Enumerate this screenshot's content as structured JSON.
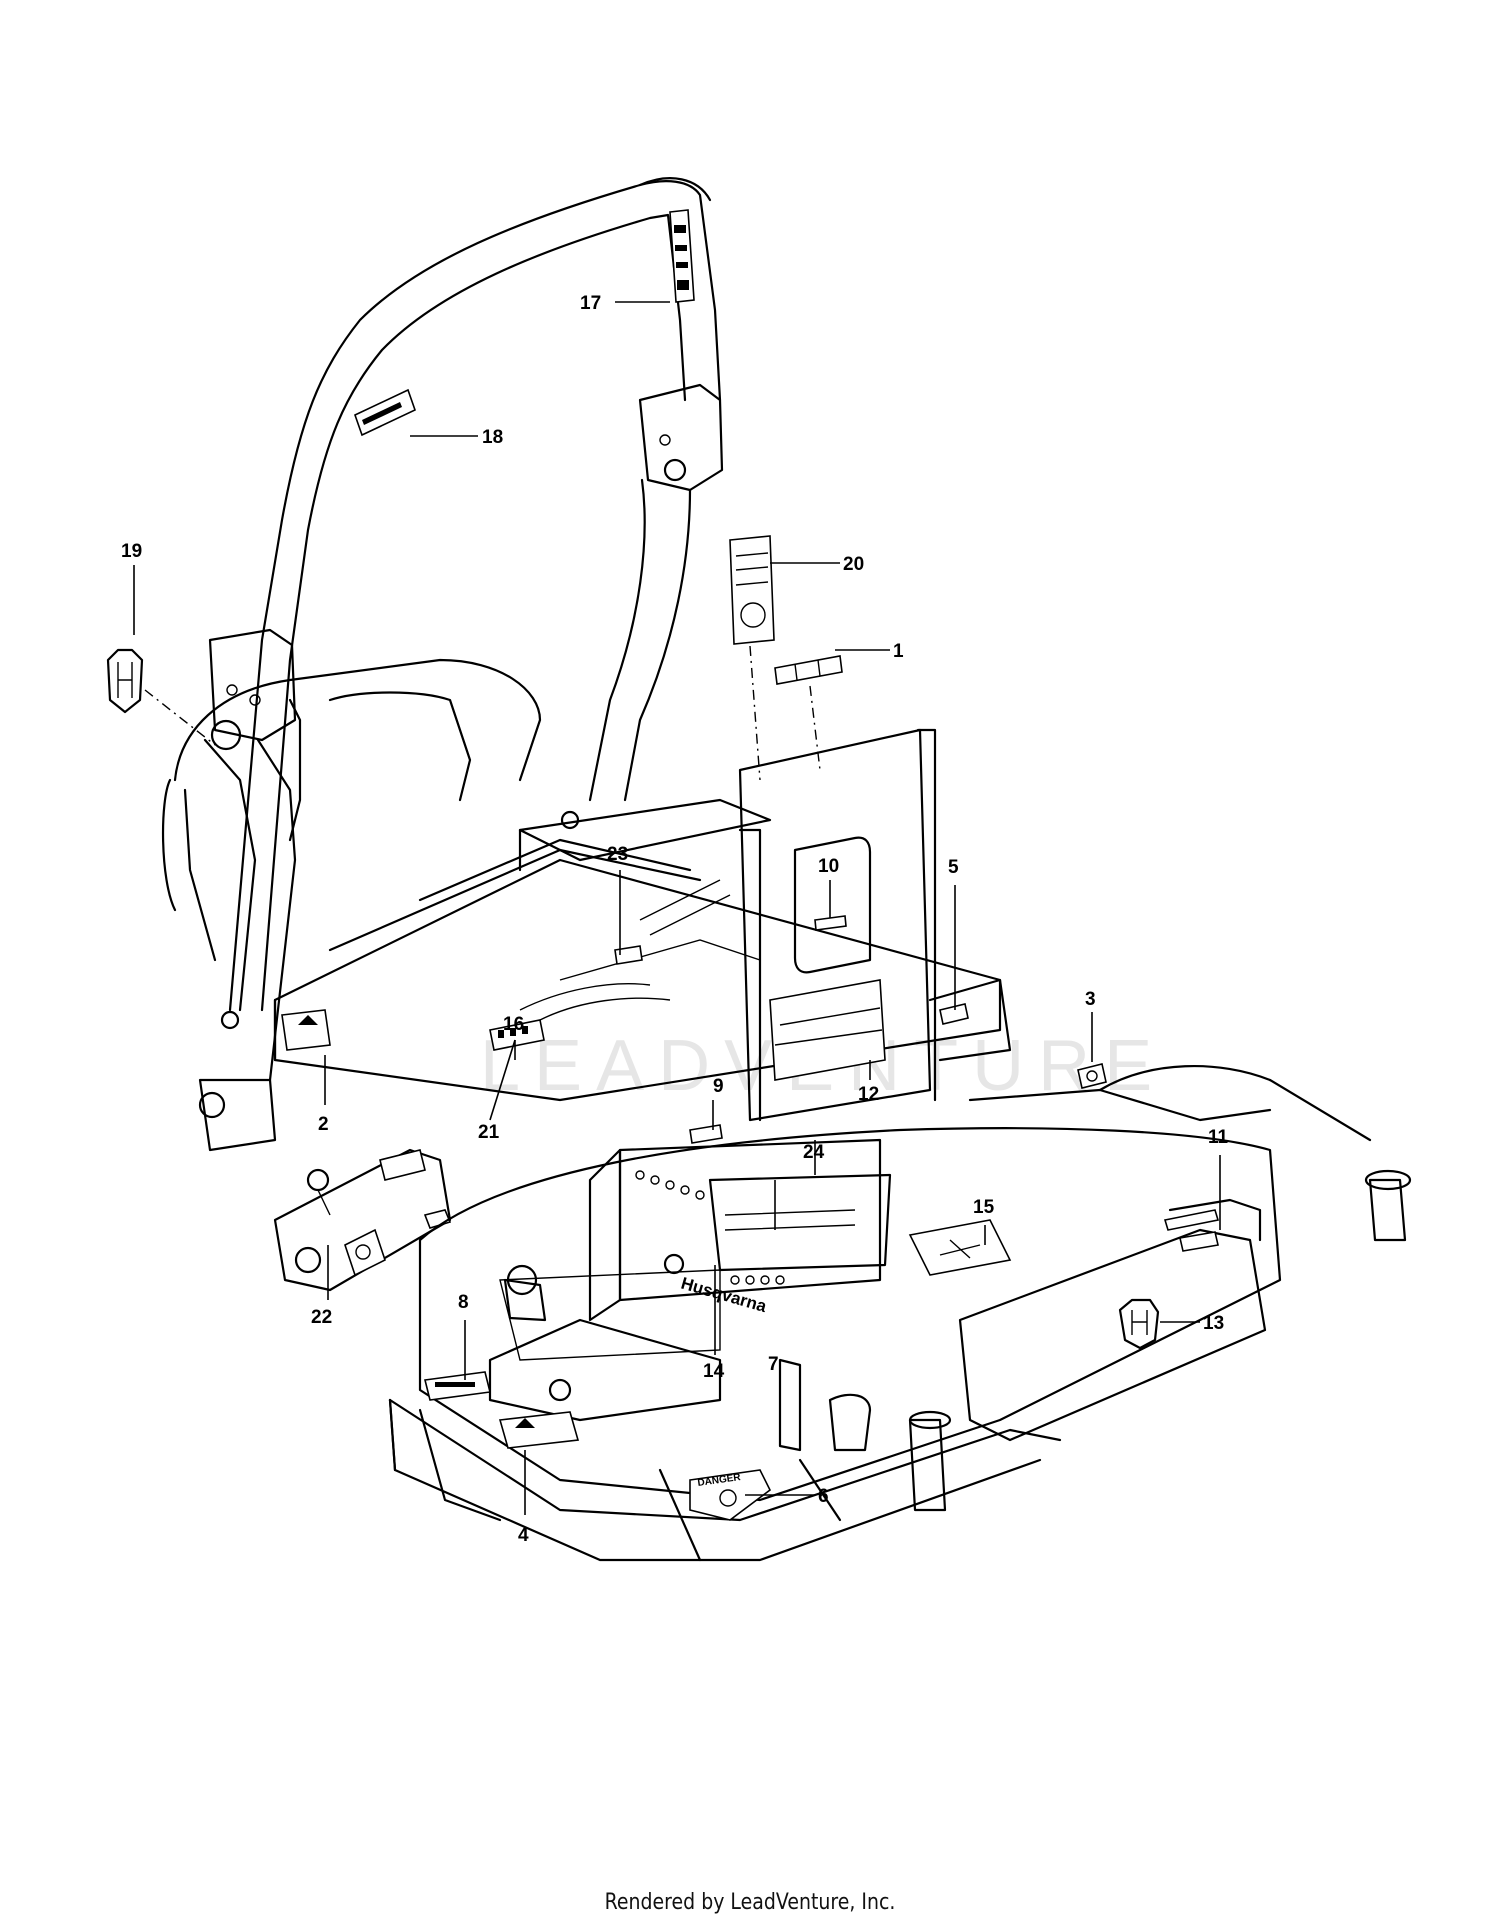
{
  "diagram": {
    "watermark": "LEADVENTURE",
    "brand_text": "Husqvarna",
    "danger_text": "DANGER",
    "callouts": [
      {
        "id": "c1",
        "label": "1"
      },
      {
        "id": "c2",
        "label": "2"
      },
      {
        "id": "c3",
        "label": "3"
      },
      {
        "id": "c4",
        "label": "4"
      },
      {
        "id": "c5",
        "label": "5"
      },
      {
        "id": "c6",
        "label": "6"
      },
      {
        "id": "c7",
        "label": "7"
      },
      {
        "id": "c8",
        "label": "8"
      },
      {
        "id": "c9",
        "label": "9"
      },
      {
        "id": "c10",
        "label": "10"
      },
      {
        "id": "c11",
        "label": "11"
      },
      {
        "id": "c12",
        "label": "12"
      },
      {
        "id": "c13",
        "label": "13"
      },
      {
        "id": "c14",
        "label": "14"
      },
      {
        "id": "c15",
        "label": "15"
      },
      {
        "id": "c16",
        "label": "16"
      },
      {
        "id": "c17",
        "label": "17"
      },
      {
        "id": "c18",
        "label": "18"
      },
      {
        "id": "c19",
        "label": "19"
      },
      {
        "id": "c20",
        "label": "20"
      },
      {
        "id": "c21",
        "label": "21"
      },
      {
        "id": "c22",
        "label": "22"
      },
      {
        "id": "c23",
        "label": "23"
      },
      {
        "id": "c24",
        "label": "24"
      }
    ]
  },
  "footer": {
    "text": "Rendered by LeadVenture, Inc."
  }
}
